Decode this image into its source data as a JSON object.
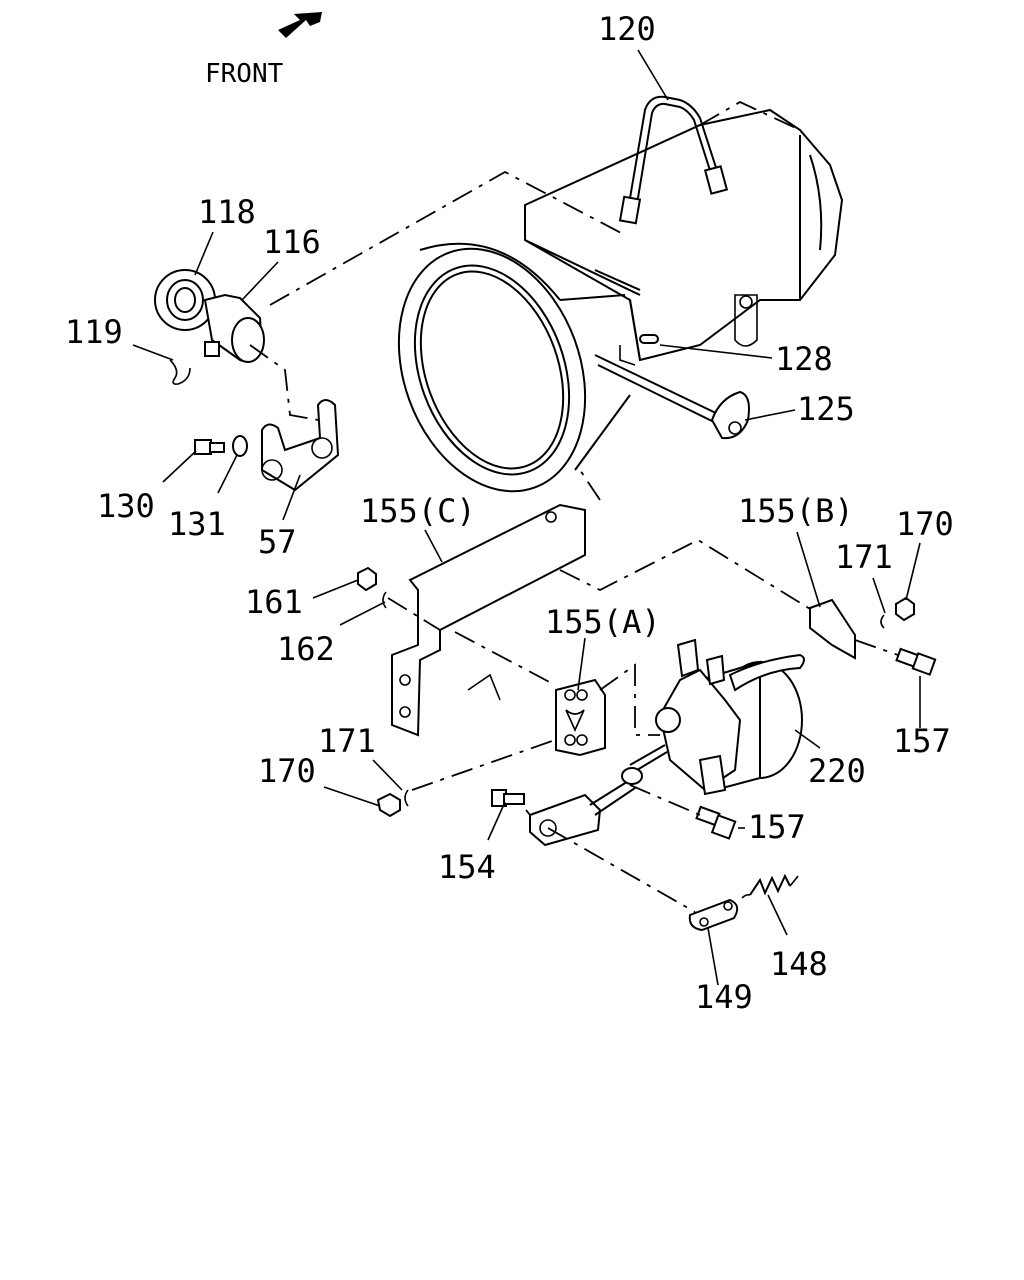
{
  "orientation": {
    "front_label": "FRONT",
    "arrow_icon": "front-arrow-icon"
  },
  "callouts": {
    "c120": "120",
    "c118": "118",
    "c116": "116",
    "c119": "119",
    "c128": "128",
    "c125": "125",
    "c130": "130",
    "c131": "131",
    "c57": "57",
    "c155c": "155(C)",
    "c155b": "155(B)",
    "c155a": "155(A)",
    "c170_top": "170",
    "c171_top": "171",
    "c161": "161",
    "c162": "162",
    "c157_right": "157",
    "c220": "220",
    "c171_left": "171",
    "c170_left": "170",
    "c157_bottom": "157",
    "c154": "154",
    "c148": "148",
    "c149": "149"
  }
}
